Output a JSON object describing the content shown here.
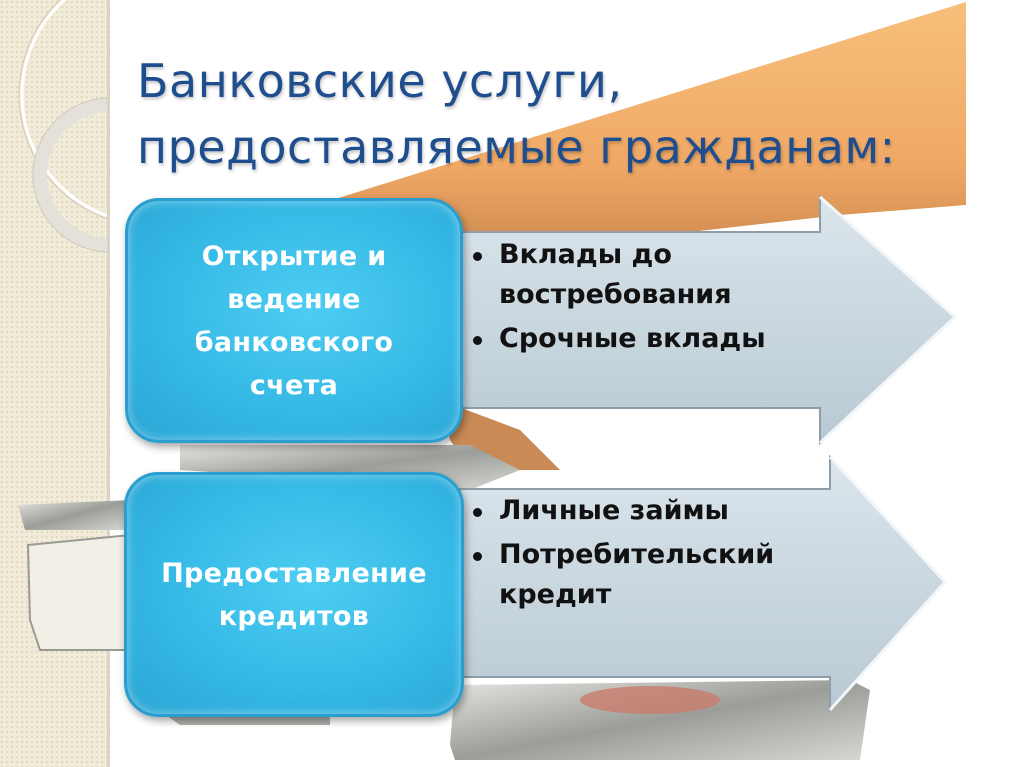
{
  "slide": {
    "title_line1": "Банковские услуги,",
    "title_line2": "предоставляемые гражданам:",
    "colors": {
      "title": "#1f4e8f",
      "box_fill": "#35b9e5",
      "arrow_fill": "#c9d6df",
      "side_strip": "#f1ecd9"
    }
  },
  "services": [
    {
      "label": "Открытие и\nведение\nбанковского\nсчета",
      "items": [
        "Вклады до востребования",
        "Срочные вклады"
      ]
    },
    {
      "label": "Предоставление\nкредитов",
      "items": [
        "Личные займы",
        "Потребительский кредит"
      ]
    }
  ]
}
